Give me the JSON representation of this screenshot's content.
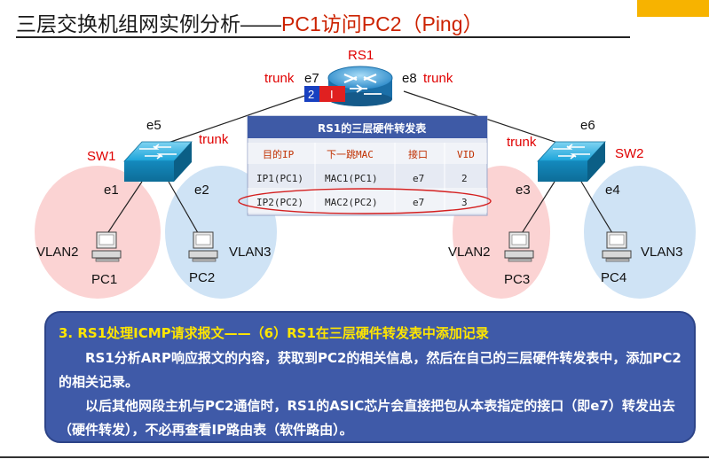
{
  "title": {
    "main": "三层交换机组网实例分析——",
    "accent": "PC1访问PC2（Ping）"
  },
  "router": {
    "name": "RS1",
    "port_left": "e7",
    "port_right": "e8",
    "trunk_left": "trunk",
    "trunk_right": "trunk",
    "vlan_tag_blue": "2",
    "vlan_tag_red": "I"
  },
  "sw1": {
    "name": "SW1",
    "uplink_port": "e5",
    "uplink_trunk": "trunk",
    "port_a": "e1",
    "port_b": "e2"
  },
  "sw2": {
    "name": "SW2",
    "uplink_port": "e6",
    "uplink_trunk": "trunk",
    "port_a": "e3",
    "port_b": "e4"
  },
  "hosts": [
    {
      "name": "PC1",
      "vlan": "VLAN2"
    },
    {
      "name": "PC2",
      "vlan": "VLAN3"
    },
    {
      "name": "PC3",
      "vlan": "VLAN2"
    },
    {
      "name": "PC4",
      "vlan": "VLAN3"
    }
  ],
  "table": {
    "title": "RS1的三层硬件转发表",
    "headers": [
      "目的IP",
      "下一跳MAC",
      "接口",
      "VID"
    ],
    "rows": [
      [
        "IP1(PC1)",
        "MAC1(PC1)",
        "e7",
        "2"
      ],
      [
        "IP2(PC2)",
        "MAC2(PC2)",
        "e7",
        "3"
      ]
    ]
  },
  "info": {
    "heading": "3.  RS1处理ICMP请求报文——（6）RS1在三层硬件转发表中添加记录",
    "para1": "RS1分析ARP响应报文的内容，获取到PC2的相关信息，然后在自己的三层硬件转发表中，添加PC2的相关记录。",
    "para2": "以后其他网段主机与PC2通信时，RS1的ASIC芯片会直接把包从本表指定的接口（即e7）转发出去（硬件转发），不必再查看IP路由表（软件路由）。"
  },
  "colors": {
    "vlan2_zone": "#fbd3d3",
    "vlan3_zone": "#cfe3f5",
    "switch": "#1aa3d9",
    "router": "#2a88c8",
    "panel": "#3f5aa8",
    "heading": "#ffe600",
    "highlight_ellipse": "#d42020"
  }
}
